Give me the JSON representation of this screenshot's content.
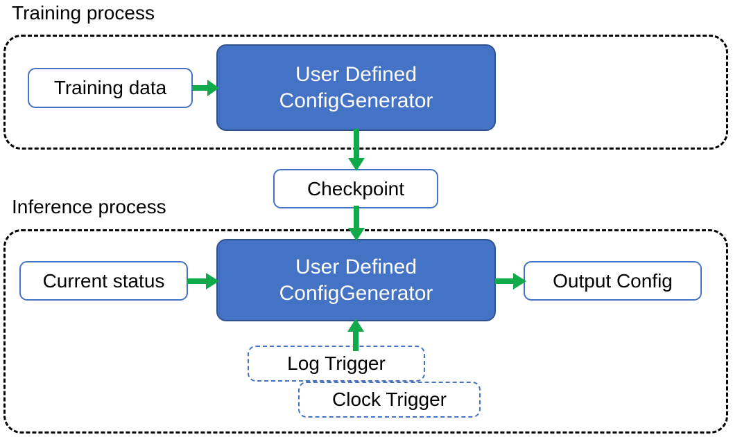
{
  "diagram": {
    "title_training": "Training process",
    "title_inference": "Inference process",
    "colors": {
      "process_fill": "#4472C4",
      "process_border": "#2F528F",
      "node_border": "#4472C4",
      "arrow": "#11AA4B",
      "group_border": "#000000",
      "text_dark": "#000000",
      "text_light": "#FFFFFF",
      "background": "#FFFFFF"
    }
  },
  "training": {
    "group_label": "Training process",
    "nodes": {
      "training_data": "Training data",
      "generator_line1": "User Defined",
      "generator_line2": "ConfigGenerator"
    }
  },
  "bridge": {
    "checkpoint": "Checkpoint"
  },
  "inference": {
    "group_label": "Inference process",
    "nodes": {
      "current_status": "Current status",
      "generator_line1": "User Defined",
      "generator_line2": "ConfigGenerator",
      "output_config": "Output Config",
      "log_trigger": "Log Trigger",
      "clock_trigger": "Clock Trigger"
    }
  },
  "arrows": [
    {
      "name": "training-data-to-generator",
      "from": "Training data",
      "to": "User Defined ConfigGenerator",
      "direction": "right"
    },
    {
      "name": "generator-to-checkpoint",
      "from": "User Defined ConfigGenerator",
      "to": "Checkpoint",
      "direction": "down"
    },
    {
      "name": "checkpoint-to-generator",
      "from": "Checkpoint",
      "to": "User Defined ConfigGenerator",
      "direction": "down"
    },
    {
      "name": "current-status-to-generator",
      "from": "Current status",
      "to": "User Defined ConfigGenerator",
      "direction": "right"
    },
    {
      "name": "generator-to-output-config",
      "from": "User Defined ConfigGenerator",
      "to": "Output Config",
      "direction": "right"
    },
    {
      "name": "triggers-to-generator",
      "from": "Log Trigger / Clock Trigger",
      "to": "User Defined ConfigGenerator",
      "direction": "up"
    }
  ]
}
